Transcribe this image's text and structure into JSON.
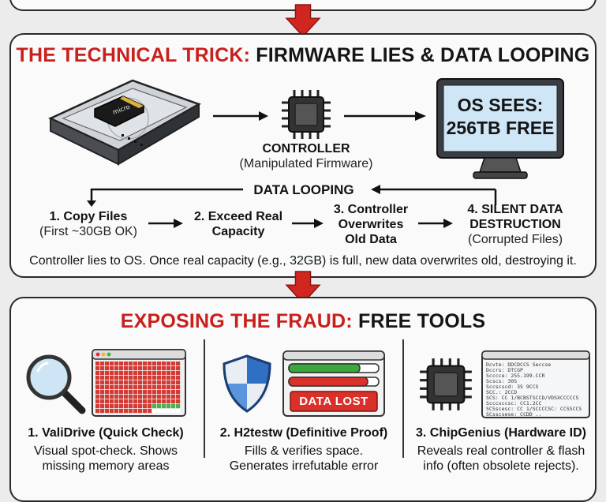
{
  "technical": {
    "title_red": "THE TECHNICAL TRICK:",
    "title_black": "FIRMWARE LIES & DATA LOOPING",
    "controller_label": "CONTROLLER",
    "controller_sub": "(Manipulated Firmware)",
    "os_line1": "OS SEES:",
    "os_line2": "256TB FREE",
    "loop_label": "DATA LOOPING",
    "steps": [
      {
        "title1": "1. Copy Files",
        "title2": "",
        "title3": "",
        "sub": "(First ~30GB OK)"
      },
      {
        "title1": "2. Exceed Real",
        "title2": "Capacity",
        "title3": "",
        "sub": ""
      },
      {
        "title1": "3. Controller",
        "title2": "Overwrites",
        "title3": "Old Data",
        "sub": ""
      },
      {
        "title1": "4. SILENT DATA",
        "title2": "DESTRUCTION",
        "title3": "",
        "sub": "(Corrupted Files)"
      }
    ],
    "caption": "Controller lies to OS. Once real capacity (e.g., 32GB) is full, new data overwrites old, destroying it."
  },
  "tools": {
    "title_red": "EXPOSING THE FRAUD:",
    "title_black": "FREE TOOLS",
    "items": [
      {
        "name": "1. ValiDrive (Quick Check)",
        "desc1": "Visual spot-check. Shows",
        "desc2": "missing memory areas"
      },
      {
        "name": "2. H2testw (Definitive Proof)",
        "desc1": "Fills & verifies space.",
        "desc2": "Generates irrefutable error"
      },
      {
        "name": "3. ChipGenius (Hardware ID)",
        "desc1": "Reveals real controller & flash",
        "desc2": "info (often obsolete rejects)."
      }
    ],
    "data_lost": "DATA LOST",
    "terminal_lines": [
      "Dcvte: DDCDCCS Seccse",
      "Dccrs: DTCGP",
      "Scccce: 255.199.CCR",
      "Scscs: 30S",
      "Sccscscd: 3S 9CCS",
      "SCC.: 2CCD",
      "SCS: CC 1/BCBSTSCCD/VDSXCCCCCS",
      "Scccsccsc: CC1.2CC",
      "SCSscesc: CC 1/SCCCCSC: CCSSCCS",
      "SCsscsese: CCDD .."
    ]
  },
  "colors": {
    "accent_red": "#c8201c",
    "bar_green": "#3aa83a",
    "bar_red": "#d9302a",
    "grid_red": "#d43a34",
    "grid_green": "#4caf50",
    "shield_blue": "#2f6fc4"
  },
  "icons": [
    "down-arrow-icon",
    "hard-drive-icon",
    "microsd-card-icon",
    "chip-icon",
    "monitor-icon",
    "magnifier-icon",
    "shield-icon",
    "window-icon",
    "terminal-icon"
  ]
}
